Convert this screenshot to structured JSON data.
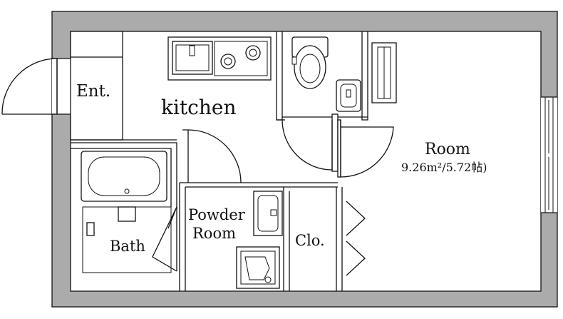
{
  "rooms": {
    "entrance": "Ent.",
    "kitchen": "kitchen",
    "room_name": "Room",
    "room_area": "9.26m²/5.72帖)",
    "powder_line1": "Powder",
    "powder_line2": "Room",
    "bath": "Bath",
    "closet": "Clo."
  },
  "colors": {
    "wall": "#ababab",
    "line": "#111111",
    "background": "#ffffff"
  }
}
